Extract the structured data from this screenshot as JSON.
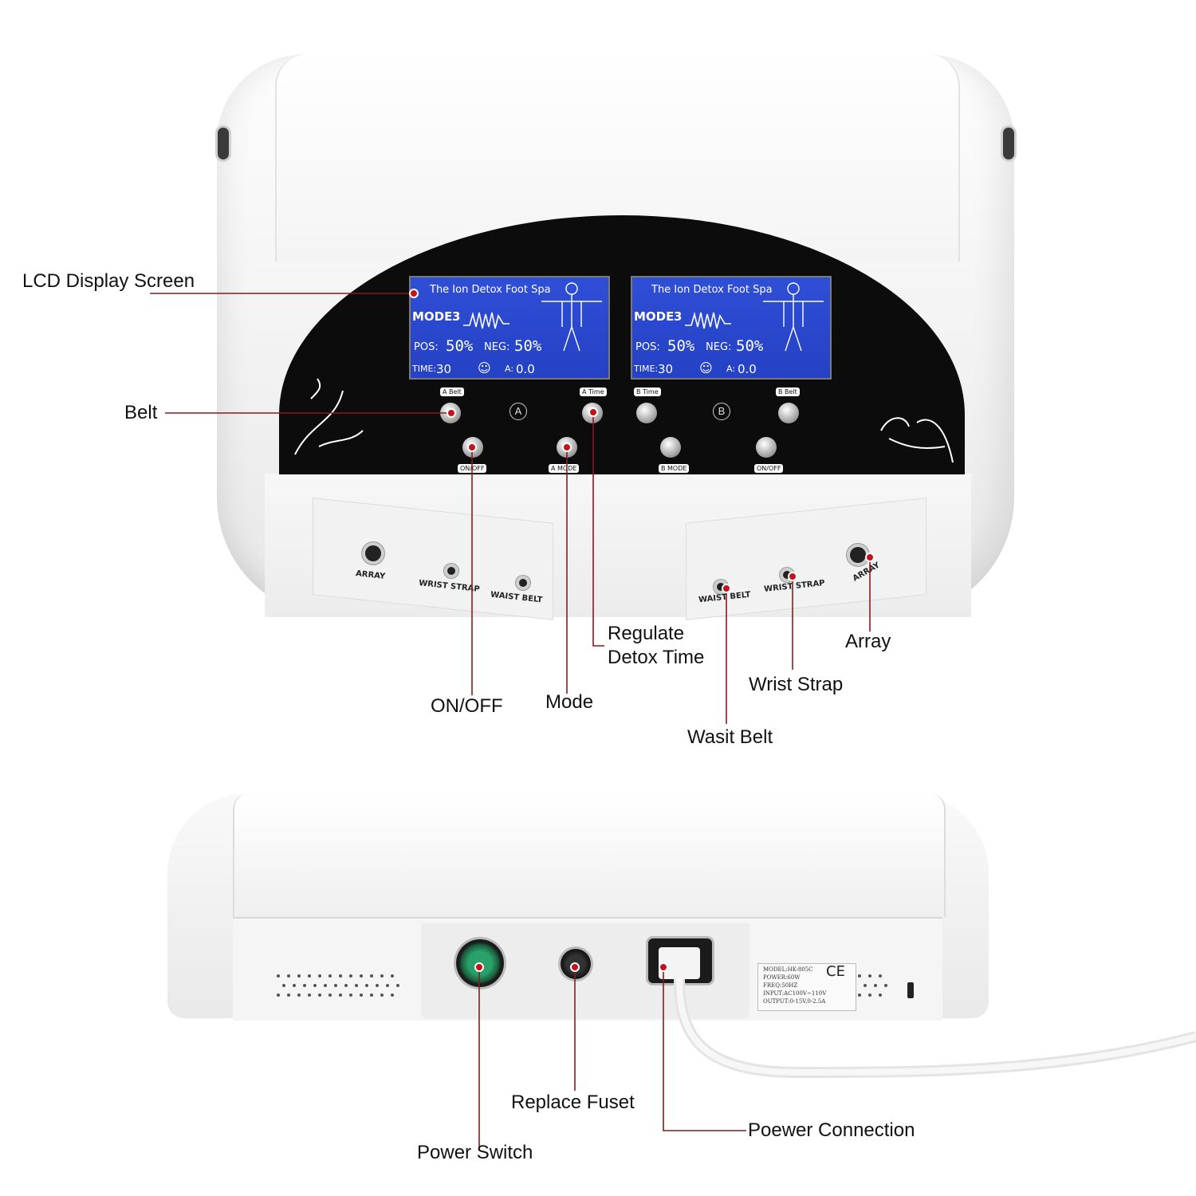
{
  "accent_color": "#c8101a",
  "lcd_color": "#2541c4",
  "lcd": {
    "title": "The Ion Detox Foot Spa",
    "mode_label": "MODE",
    "mode_value": "3",
    "pos_label": "POS:",
    "pos_value": "50%",
    "neg_label": "NEG:",
    "neg_value": "50%",
    "time_label": "TIME:",
    "time_value": "30",
    "amp_label": "A:",
    "amp_value": "0.0",
    "smiley": "☺"
  },
  "panel": {
    "tags": [
      "A Belt",
      "A Time",
      "B Time",
      "B Belt",
      "ON/OFF",
      "A MODE",
      "B MODE",
      "ON/OFF"
    ],
    "channels": [
      "A",
      "B"
    ]
  },
  "jacks_left": [
    "ARRAY",
    "WRIST STRAP",
    "WAIST BELT"
  ],
  "jacks_right": [
    "WAIST BELT",
    "WRIST STRAP",
    "ARRAY"
  ],
  "spec_plate": {
    "lines": [
      "MODEL:HK-805C",
      "POWER:60W",
      "FREQ:50HZ",
      "INPUT:AC100V~110V",
      "OUTPUT:0-15V,0-2.5A"
    ],
    "ce_mark": "CE"
  },
  "callouts": {
    "lcd": "LCD Display Screen",
    "belt": "Belt",
    "on_off": "ON/OFF",
    "mode": "Mode",
    "regulate_1": "Regulate",
    "regulate_2": "Detox Time",
    "array": "Array",
    "wrist_strap": "Wrist Strap",
    "waist_belt": "Wasit Belt",
    "replace_fuse": "Replace Fuset",
    "power_switch": "Power Switch",
    "power_connection": "Poewer Connection"
  }
}
